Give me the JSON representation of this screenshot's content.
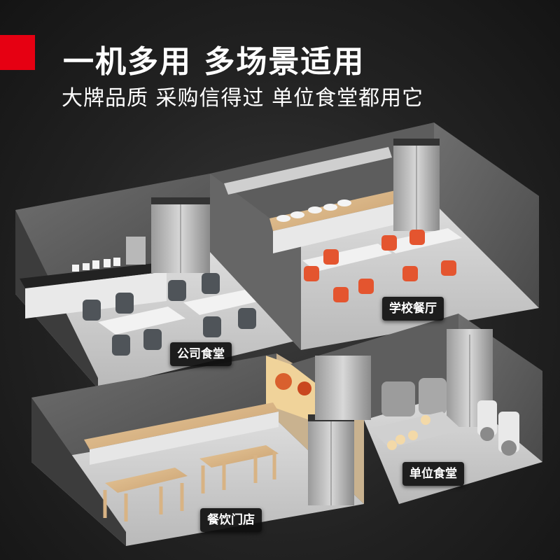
{
  "header": {
    "title": "一机多用 多场景适用",
    "subtitle": "大牌品质 采购信得过 单位食堂都用它",
    "accent_color": "#e60012"
  },
  "rooms": [
    {
      "id": "company",
      "label": "公司食堂"
    },
    {
      "id": "school",
      "label": "学校餐厅"
    },
    {
      "id": "restaurant",
      "label": "餐饮门店"
    },
    {
      "id": "unit",
      "label": "单位食堂"
    }
  ]
}
